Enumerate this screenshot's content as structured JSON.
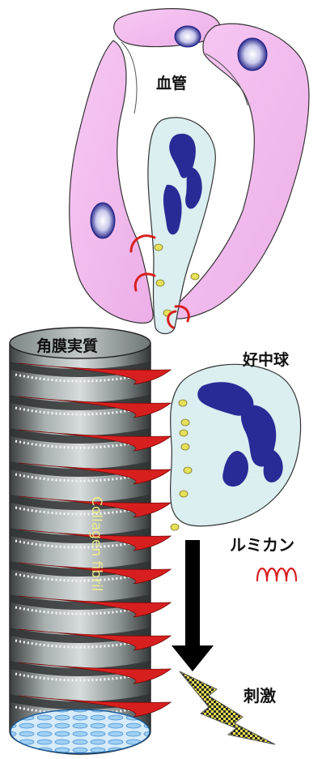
{
  "labels": {
    "blood_vessel": "血管",
    "corneal_stroma": "角膜実質",
    "neutrophil": "好中球",
    "lumican": "ルミカン",
    "stimulus": "刺激",
    "collagen_fibril": "Collagen fibril"
  },
  "colors": {
    "vessel_pink": "#f2b8ec",
    "neutrophil_fill": "#dbeef0",
    "nucleus": "#2a2a96",
    "lumican_red": "#d81f1f",
    "granule_yellow": "#e6e05a",
    "cylinder_gray": "#8f9696",
    "arrow": "#000000",
    "bolt": "#e3d94a"
  },
  "icons": {
    "vessel": "blood-vessel-icon",
    "neutrophil": "neutrophil-cell-icon",
    "lumican": "lumican-coil-icon",
    "fibril": "collagen-fibril-cylinder-icon",
    "arrow": "down-arrow-icon",
    "stimulus": "lightning-bolt-icon"
  }
}
